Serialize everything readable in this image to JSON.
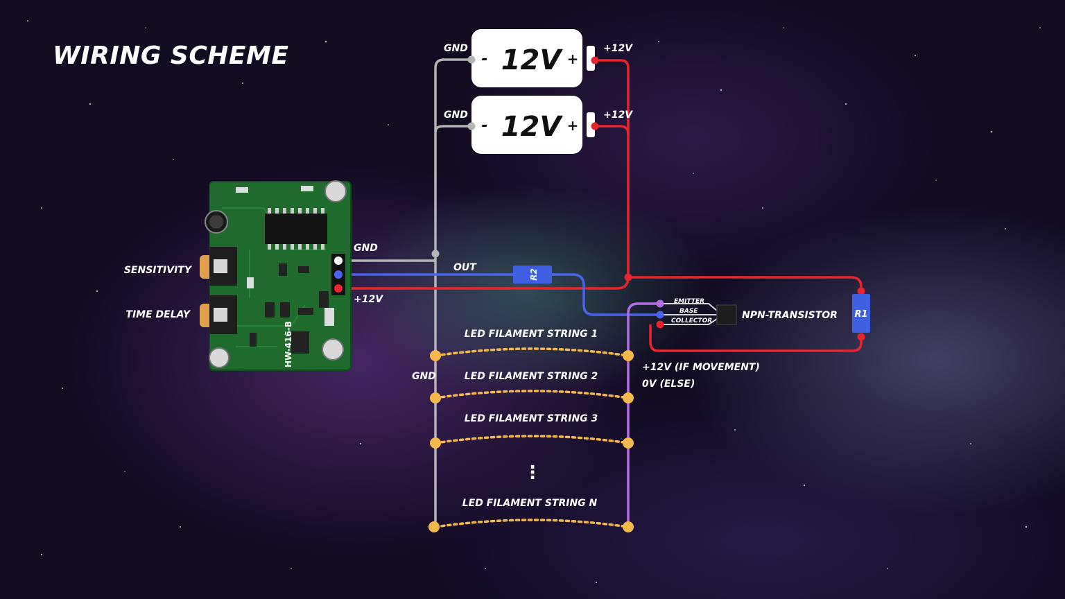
{
  "title": "WIRING SCHEME",
  "battery_top": {
    "voltage": "12V",
    "minus": "-",
    "plus": "+",
    "gnd_label": "GND",
    "pos_label": "+12V"
  },
  "battery_bottom": {
    "voltage": "12V",
    "minus": "-",
    "plus": "+",
    "gnd_label": "GND",
    "pos_label": "+12V"
  },
  "sensor": {
    "model": "HW-416-B",
    "pin_gnd": "GND",
    "pin_out": "OUT",
    "pin_vcc": "+12V",
    "sensitivity": "SENSITIVITY",
    "time_delay": "TIME DELAY"
  },
  "resistor_r1": "R1",
  "resistor_r2": "R2",
  "transistor": {
    "name": "NPN-TRANSISTOR",
    "emitter": "EMITTER",
    "base": "BASE",
    "collector": "COLLECTOR"
  },
  "gnd_rail_label": "GND",
  "output_note_1": "+12V (IF MOVEMENT)",
  "output_note_2": "0V (ELSE)",
  "strings": [
    "LED FILAMENT STRING 1",
    "LED FILAMENT STRING 2",
    "LED FILAMENT STRING 3",
    "LED FILAMENT STRING N"
  ],
  "ellipsis": "⋮",
  "colors": {
    "gnd_wire": "#b5b5b5",
    "pos_wire": "#e8242c",
    "signal_wire": "#4a63e8",
    "output_wire": "#b36ee6",
    "led": "#f5b84a",
    "resistor": "#3d5fe0",
    "pcb": "#1f6b2e"
  }
}
